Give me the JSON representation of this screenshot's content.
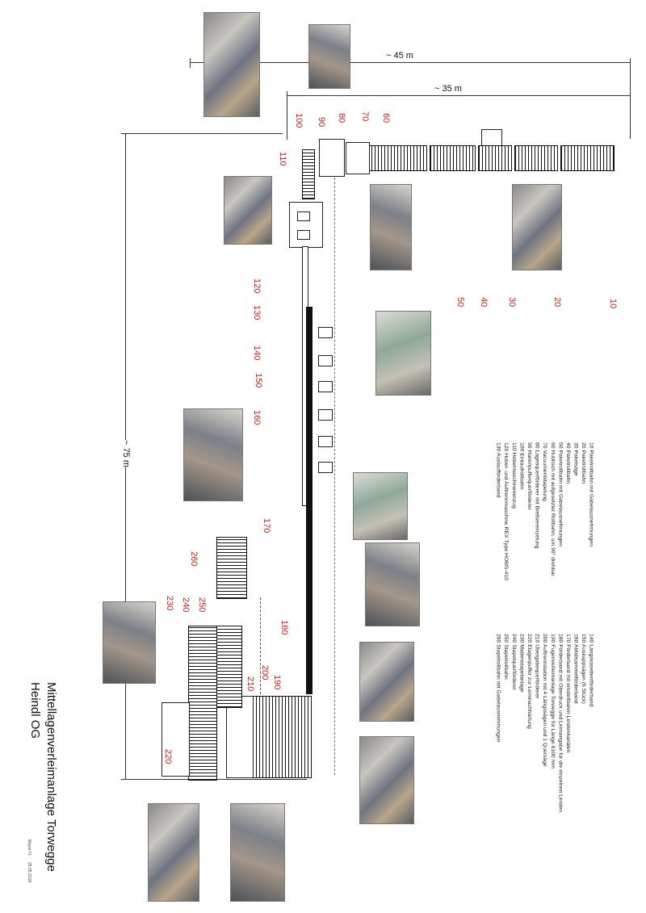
{
  "title": {
    "line1": "Mittellagenverleimanlage Torwegge",
    "line2": "Heindl OG",
    "author": "Mayer H.",
    "date": "25.05.2018"
  },
  "dimensions": {
    "d45": "~ 45 m",
    "d35": "~ 35 m",
    "d75": "~ 75 m"
  },
  "labels": [
    "10",
    "20",
    "30",
    "40",
    "50",
    "60",
    "70",
    "80",
    "90",
    "100",
    "110",
    "120",
    "130",
    "140",
    "150",
    "160",
    "170",
    "180",
    "190",
    "200",
    "210",
    "220",
    "230",
    "240",
    "250",
    "260"
  ],
  "legend1": [
    "10  Paketrollbahn mit Gabelausnehmungen",
    "20  Paketrollbahn",
    "30  Paketsäge",
    "40  Paketrollbahn",
    "50  Paketrollbahn mit Gabelausnehmungen",
    "60  Hubtisch mit aufgesetzter Rollbahn; um 90° drehbar",
    "70  Vacuumentstapelung",
    "80  Lagenquerförderer mit Brettvereinzelung",
    "90  Hakenpufferquerförderer",
    "100 Einlaufrollbahn",
    "110 Hobelmaschinenenzug",
    "120 Hobel- und Auftrennmaschine REX Type HOMS-410",
    "130 Auslaufförderband"
  ],
  "legend2": [
    "140 Längskasettenförderband",
    "150 Auskappsägen (6 Stück)",
    "160 Abfallsammelförderband",
    "170 Förderband mit einstellbaren Leistenkanälen",
    "180 Förderband mit Oberdruck und Leimangabe für die einzelnen Leisten",
    "190 Fugenverleimanlage Torwegge für Länge 6100 mm",
    "200 Auftrennstation mit 4 Längssägen und 1 Quersäge",
    "210 Übergabequerförderer",
    "220 Etagenpuffer zur Leimnachhärtung",
    "230 Mattenstapelanlage",
    "240 Stapelquerförderer",
    "250 Stapelrollbahn",
    "260 Stapelrollbahn mit Gabelausnehmungen"
  ],
  "colors": {
    "label": "#c8201e"
  }
}
